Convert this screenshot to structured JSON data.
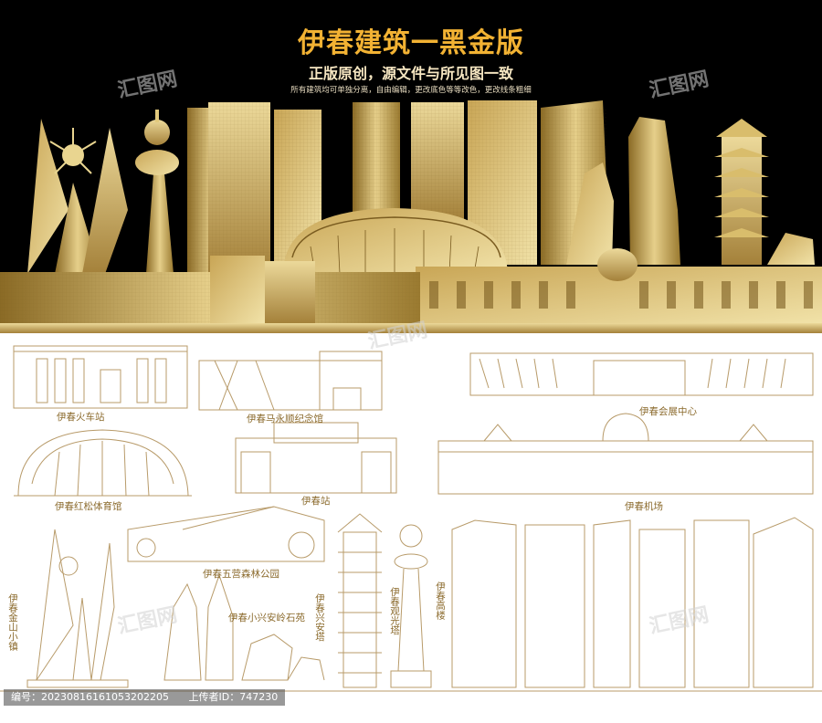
{
  "header": {
    "title": "伊春建筑一黑金版",
    "subtitle": "正版原创，源文件与所见图一致",
    "note": "所有建筑均可单独分离，自由编辑，更改底色等等改色，更改线条粗细"
  },
  "labels": {
    "railway_station": "伊春火车站",
    "memorial_hall": "伊春马永顺纪念馆",
    "expo_center": "伊春会展中心",
    "gym": "伊春红松体育馆",
    "station": "伊春站",
    "airport": "伊春机场",
    "forest_park": "伊春五营森林公园",
    "jinshan_town": "伊春金山小镇",
    "stone_garden": "伊春小兴安岭石苑",
    "xingan_tower": "伊春兴安塔",
    "sightseeing_tower": "伊春观光塔",
    "high_rise": "伊春高楼"
  },
  "footer": {
    "id_label": "编号：20230816161053202205",
    "uploader_label": "上传者ID：747230"
  },
  "watermark": {
    "text": "汇图网"
  },
  "colors": {
    "gold": "#c9a14f",
    "gold_dark": "#8b6a2c",
    "line": "#b89b6a"
  }
}
